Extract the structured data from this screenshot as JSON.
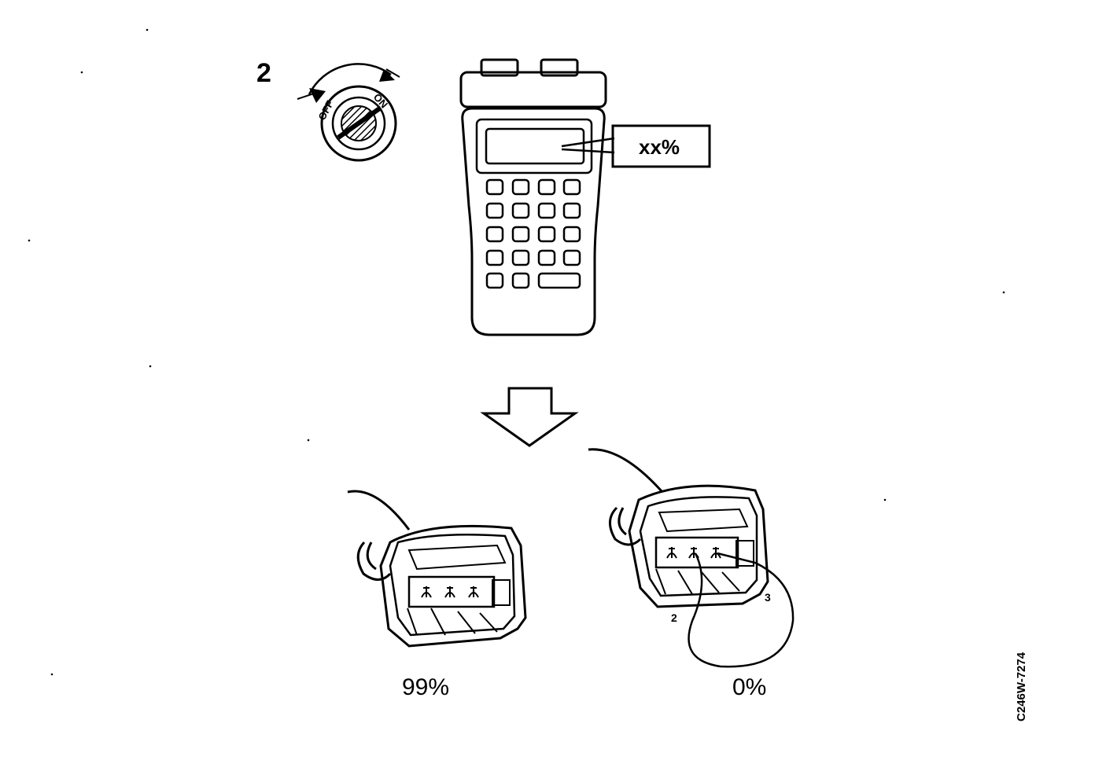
{
  "step": {
    "number": "2"
  },
  "ignition": {
    "off_label": "OFF",
    "on_label": "ON",
    "icon": "ignition-key-switch-icon"
  },
  "tester": {
    "display_callout": "xx%",
    "icon": "handheld-diagnostic-tester-icon"
  },
  "arrow": {
    "icon": "down-arrow-icon"
  },
  "connectors": {
    "left": {
      "percent": "99%",
      "icon": "connector-open-icon"
    },
    "right": {
      "percent": "0%",
      "pin_a": "2",
      "pin_b": "3",
      "icon": "connector-jumpered-icon"
    }
  },
  "figure_code": "C246W-7274"
}
